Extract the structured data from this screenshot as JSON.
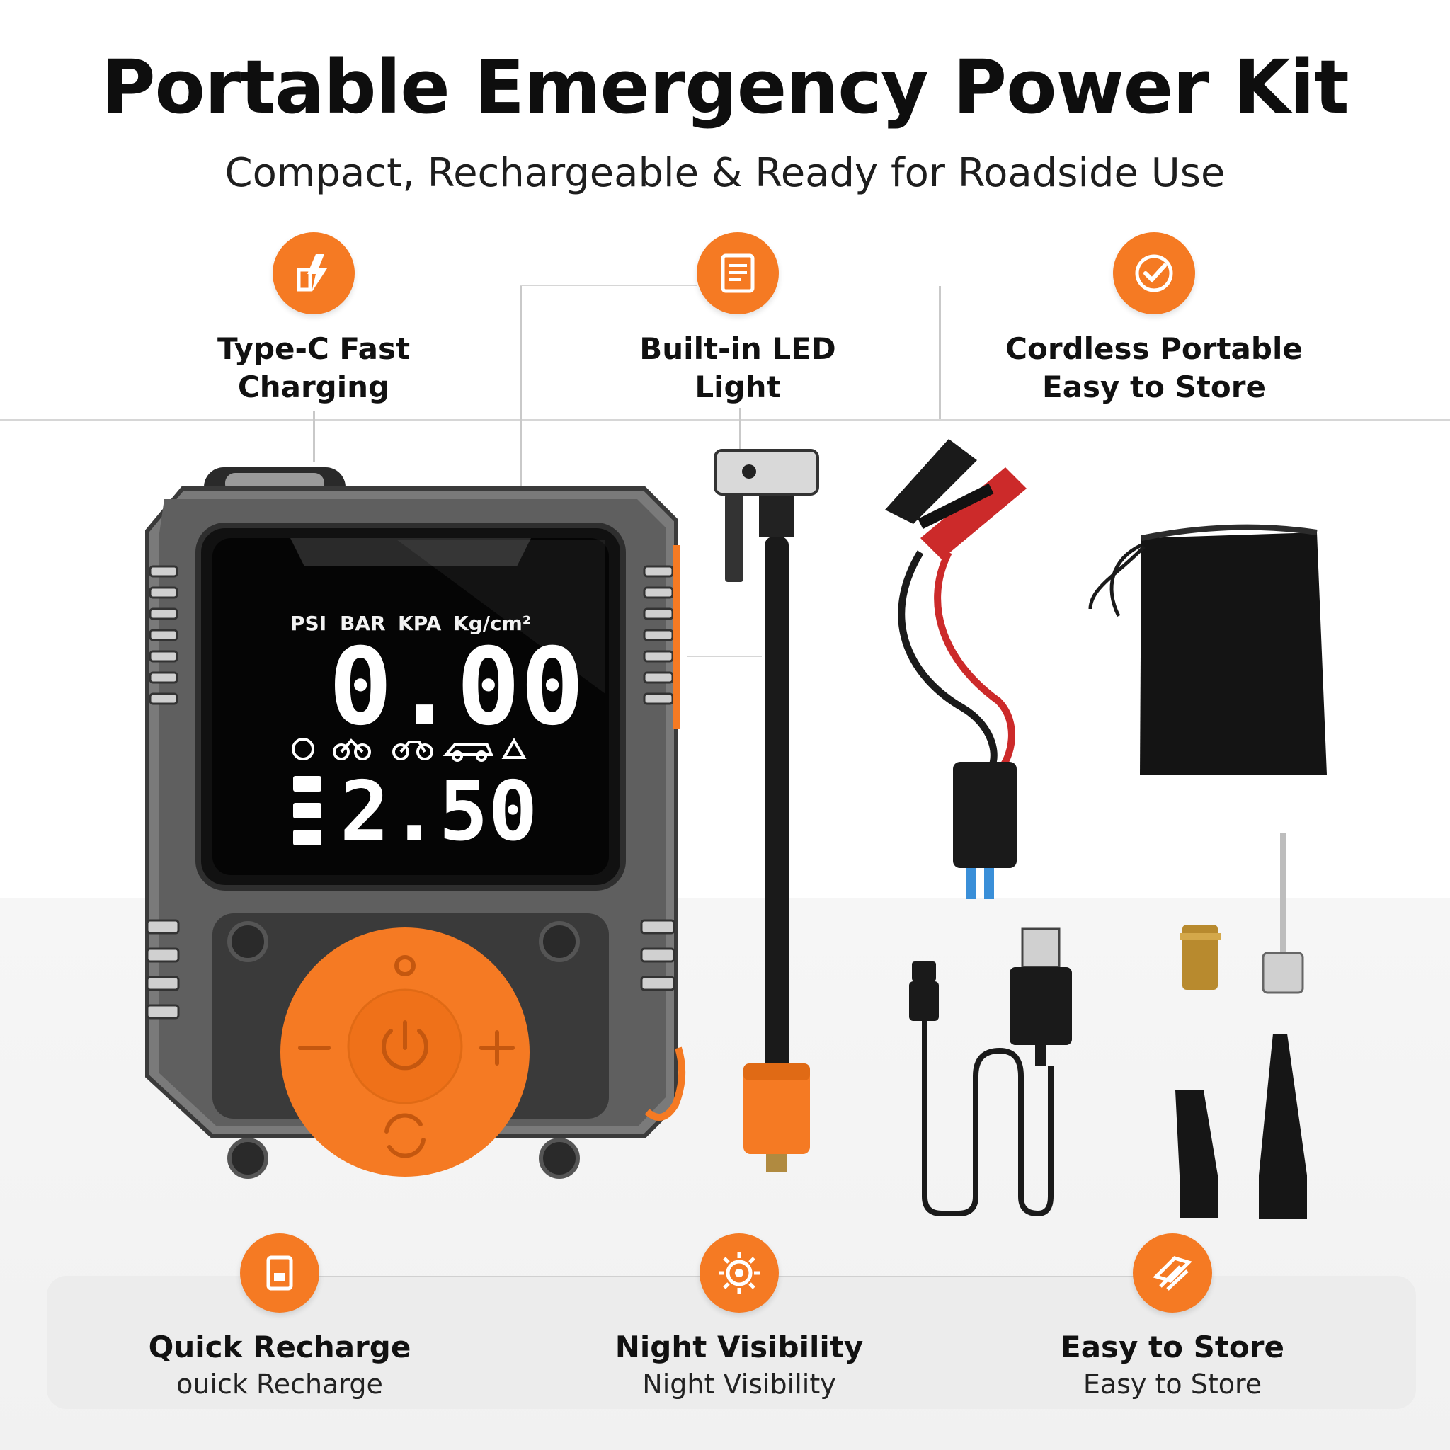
{
  "header": {
    "title": "Portable Emergency Power Kit",
    "subtitle": "Compact, Rechargeable & Ready for Roadside Use"
  },
  "top_features": [
    {
      "label": "Type-C Fast\nCharging",
      "icon": "lightning-plug-icon"
    },
    {
      "label": "Built-in LED\nLight",
      "icon": "document-list-icon"
    },
    {
      "label": "Cordless Portable\nEasy to Store",
      "icon": "check-badge-icon"
    }
  ],
  "device": {
    "units": [
      "PSI",
      "BAR",
      "KPA",
      "Kg/cm²"
    ],
    "primary_reading": "0.00",
    "secondary_reading": "2.50",
    "button_icons": [
      "sun-icon",
      "power-icon",
      "minus-icon",
      "plus-icon",
      "cycle-icon"
    ]
  },
  "bottom_features": [
    {
      "label": "Quick Recharge",
      "sub": "ouick Recharge",
      "icon": "battery-card-icon"
    },
    {
      "label": "Night Visibility",
      "sub": "Night Visibility",
      "icon": "gear-sun-icon"
    },
    {
      "label": "Easy to Store",
      "sub": "Easy to Store",
      "icon": "tag-stack-icon"
    }
  ],
  "colors": {
    "accent": "#f57a23",
    "device_body": "#6e6e6e",
    "screen": "#0b0b0b"
  }
}
